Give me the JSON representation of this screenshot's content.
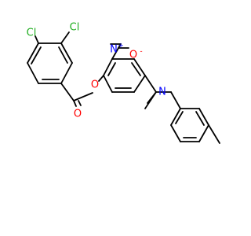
{
  "labels": {
    "cl_para": "Cl",
    "cl_ortho": "Cl",
    "o_carbonyl": "O",
    "o_ester": "O",
    "n_nitro": "N",
    "n_nitro_charge": "+",
    "o_nitro": "O",
    "o_nitro_charge": "-",
    "n_imine": "N"
  },
  "colors": {
    "bond": "#000000",
    "carbon_text": "#000000",
    "chlorine": "#1fad1f",
    "oxygen": "#ff0000",
    "nitrogen": "#0000ff"
  }
}
